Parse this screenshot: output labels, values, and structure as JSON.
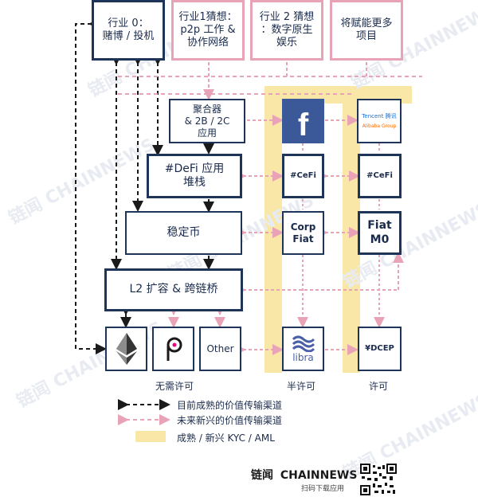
{
  "top_boxes": [
    {
      "id": "industry0",
      "text": "行业 0：\n赌博 / 投机",
      "style": "navy"
    },
    {
      "id": "industry1",
      "text": "行业1猜想：\np2p 工作 &\n协作网络",
      "style": "pink"
    },
    {
      "id": "industry2",
      "text": "行业 2 猜想\n：数字原生\n娱乐",
      "style": "pink"
    },
    {
      "id": "industry_more",
      "text": "将赋能更多\n项目",
      "style": "pink"
    }
  ],
  "stack_boxes": [
    {
      "id": "aggregator",
      "text": "聚合器\n& 2B / 2C\n应用"
    },
    {
      "id": "defi",
      "text": "#DeFi 应用\n堆栈"
    },
    {
      "id": "stablecoin",
      "text": "稳定币"
    },
    {
      "id": "l2",
      "text": "L2 扩容 & 跨链桥"
    }
  ],
  "cefi_boxes": [
    {
      "id": "cefi_fb",
      "text": "#CeFi"
    },
    {
      "id": "cefi_tc",
      "text": "#CeFi"
    },
    {
      "id": "corp_fiat",
      "text": "Corp\nFiat"
    },
    {
      "id": "fiat_m0",
      "text": "Fiat\nM0"
    }
  ],
  "bottom_boxes": [
    {
      "id": "eth",
      "icon": "ethereum-icon"
    },
    {
      "id": "polkadot",
      "icon": "polkadot-icon"
    },
    {
      "id": "other",
      "text": "Other"
    },
    {
      "id": "libra",
      "text": "libra",
      "icon": "libra-icon"
    },
    {
      "id": "dcep",
      "text": "¥DCEP"
    }
  ],
  "logos": {
    "facebook": "f",
    "tencent": "Tencent 腾讯",
    "alibaba": "Alibaba Group"
  },
  "category_labels": {
    "permissionless": "无需许可",
    "semi": "半许可",
    "permissioned": "许可"
  },
  "legend": {
    "current": "目前成熟的价值传输渠道",
    "future": "未来新兴的价值传输渠道",
    "kyc": "成熟 / 新兴 KYC / AML"
  },
  "footer": {
    "brand_cn": "链闻",
    "brand_en": "CHAINNEWS",
    "scan": "扫码下载应用"
  },
  "watermark": "链闻 CHAINNEWS",
  "colors": {
    "navy": "#1e3458",
    "pink": "#e9a3b7",
    "yellow": "#f9e7a8",
    "facebook": "#3b5998",
    "libra": "#4a5fa8"
  }
}
